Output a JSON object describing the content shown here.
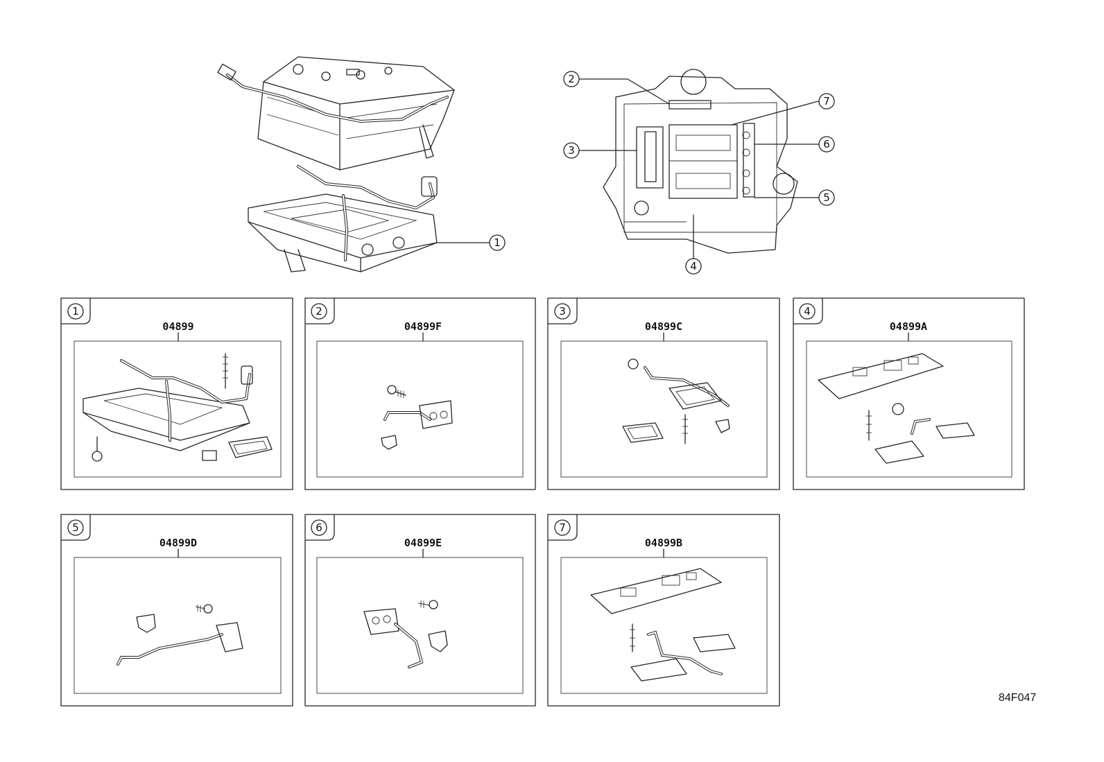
{
  "diagram_code": "84F047",
  "callouts": [
    "1",
    "2",
    "3",
    "4",
    "5",
    "6",
    "7"
  ],
  "panels": [
    {
      "num": "1",
      "part": "04899"
    },
    {
      "num": "2",
      "part": "04899F"
    },
    {
      "num": "3",
      "part": "04899C"
    },
    {
      "num": "4",
      "part": "04899A"
    },
    {
      "num": "5",
      "part": "04899D"
    },
    {
      "num": "6",
      "part": "04899E"
    },
    {
      "num": "7",
      "part": "04899B"
    }
  ]
}
